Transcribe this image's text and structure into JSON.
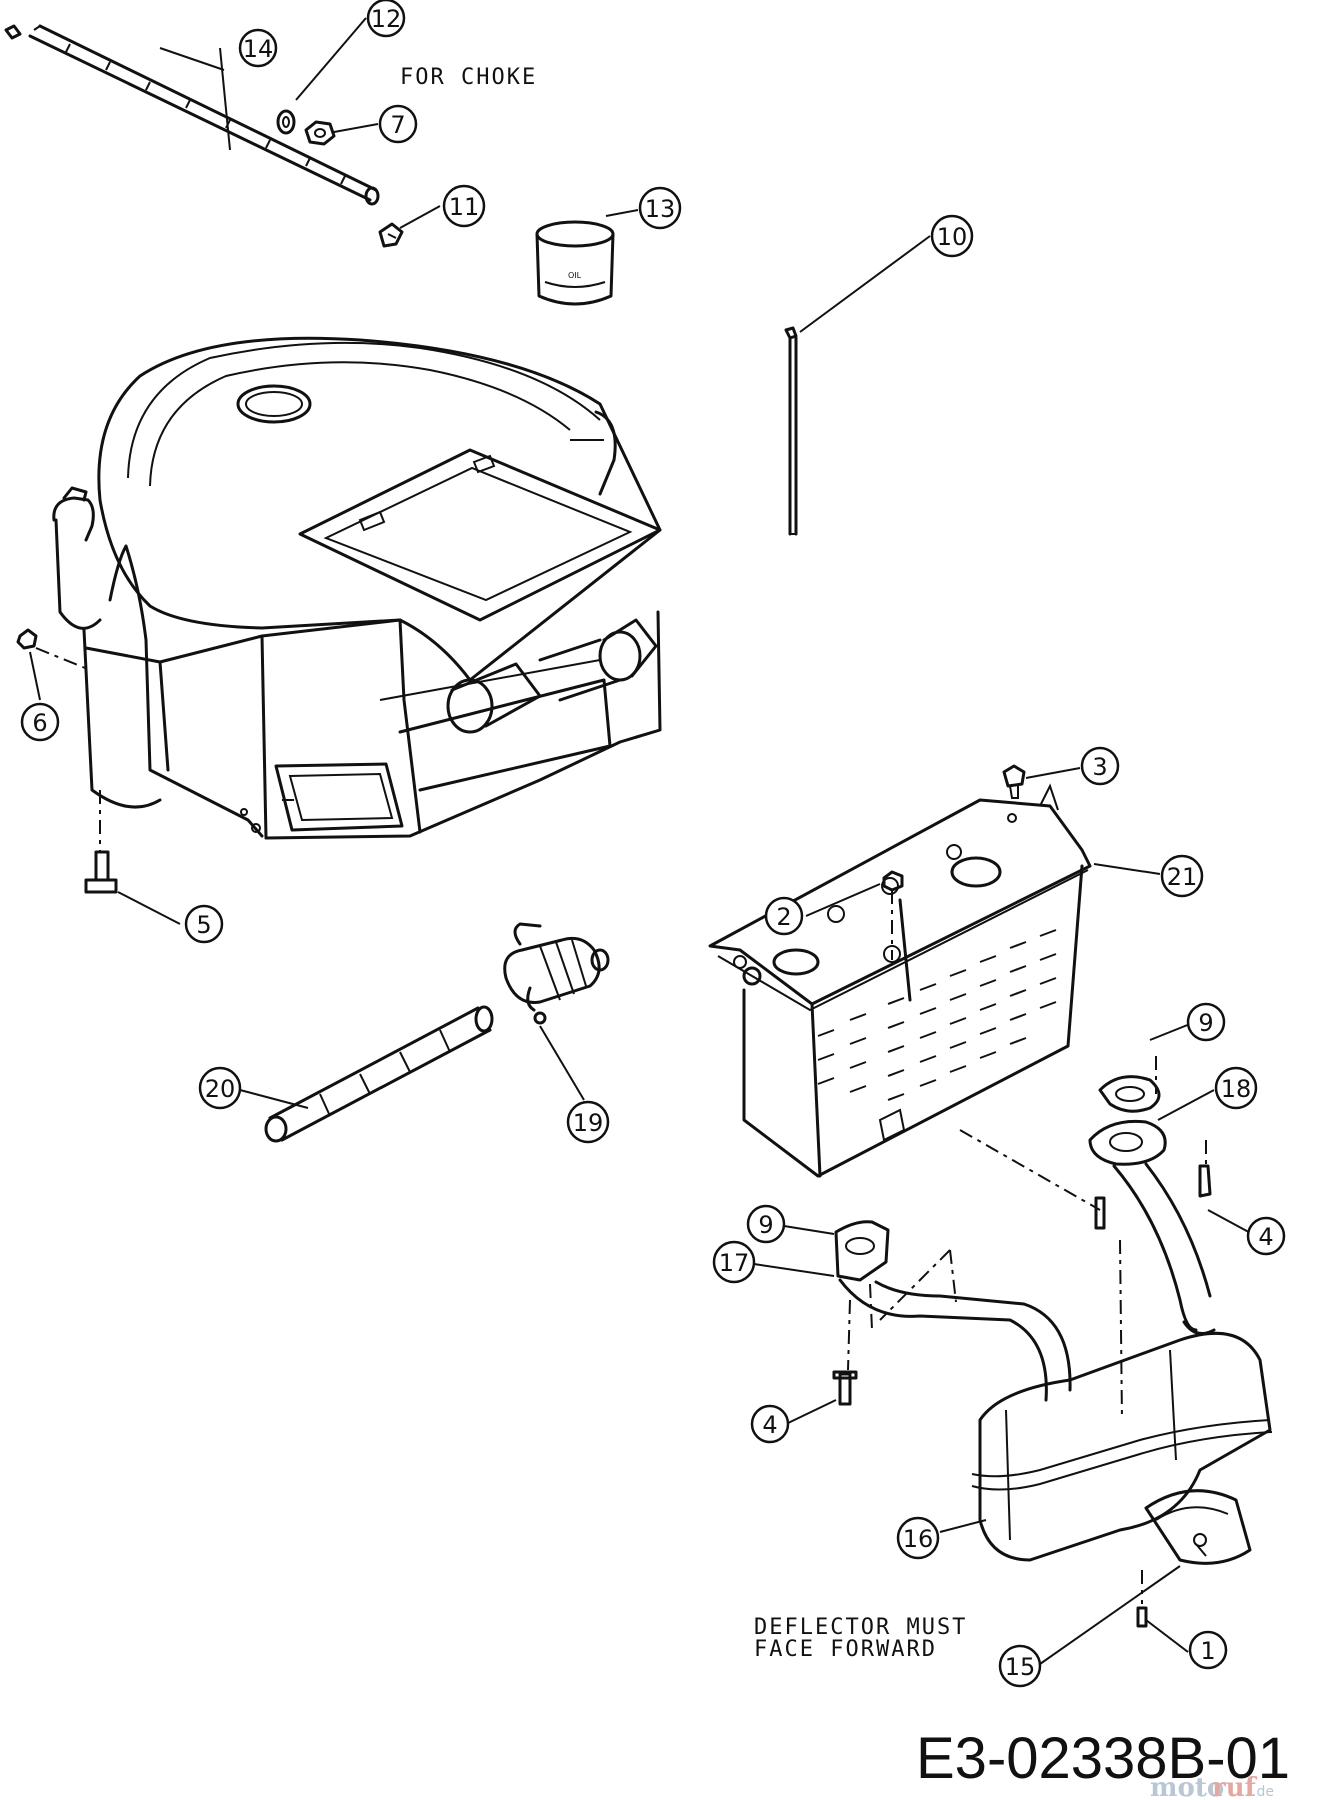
{
  "notes": {
    "choke": "FOR CHOKE",
    "deflector_line1": "DEFLECTOR MUST",
    "deflector_line2": "FACE FORWARD"
  },
  "drawing_code": "E3-02338B-01",
  "watermark": {
    "brand_a": "moto",
    "brand_b": "ruf",
    "tld": ".de"
  },
  "callouts": [
    {
      "id": "c12",
      "label": "12"
    },
    {
      "id": "c14",
      "label": "14"
    },
    {
      "id": "c7",
      "label": "7"
    },
    {
      "id": "c11",
      "label": "11"
    },
    {
      "id": "c13",
      "label": "13"
    },
    {
      "id": "c10",
      "label": "10"
    },
    {
      "id": "c6",
      "label": "6"
    },
    {
      "id": "c5",
      "label": "5"
    },
    {
      "id": "c3",
      "label": "3"
    },
    {
      "id": "c2",
      "label": "2"
    },
    {
      "id": "c21",
      "label": "21"
    },
    {
      "id": "c20",
      "label": "20"
    },
    {
      "id": "c19",
      "label": "19"
    },
    {
      "id": "c9a",
      "label": "9"
    },
    {
      "id": "c18",
      "label": "18"
    },
    {
      "id": "c4a",
      "label": "4"
    },
    {
      "id": "c9b",
      "label": "9"
    },
    {
      "id": "c17",
      "label": "17"
    },
    {
      "id": "c4b",
      "label": "4"
    },
    {
      "id": "c16",
      "label": "16"
    },
    {
      "id": "c15",
      "label": "15"
    },
    {
      "id": "c1",
      "label": "1"
    }
  ]
}
